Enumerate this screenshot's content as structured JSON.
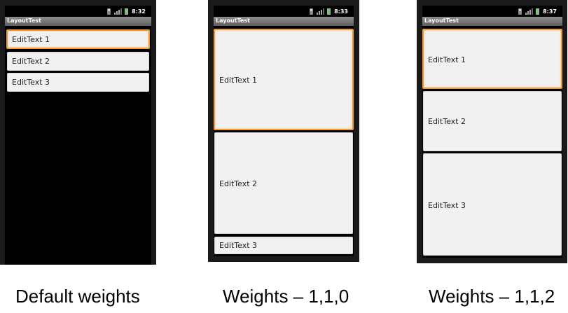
{
  "screenshots": [
    {
      "status_time": "8:32",
      "app_title": "LayoutTest",
      "fields": [
        "EditText 1",
        "EditText 2",
        "EditText 3"
      ],
      "focused_field": 1,
      "caption": "Default weights"
    },
    {
      "status_time": "8:33",
      "app_title": "LayoutTest",
      "fields": [
        "EditText 1",
        "EditText 2",
        "EditText 3"
      ],
      "focused_field": 1,
      "caption": "Weights – 1,1,0"
    },
    {
      "status_time": "8:37",
      "app_title": "LayoutTest",
      "fields": [
        "EditText 1",
        "EditText 2",
        "EditText 3"
      ],
      "focused_field": 1,
      "caption": "Weights – 1,1,2"
    }
  ],
  "colors": {
    "focus_border": "#f39c2a",
    "field_background": "#f1f1f1",
    "screen_background": "#000000"
  },
  "icons": [
    "usb-icon",
    "signal-icon",
    "battery-icon"
  ]
}
